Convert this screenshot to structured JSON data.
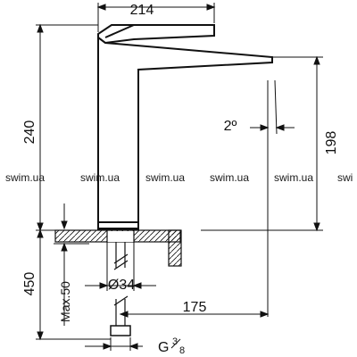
{
  "dimensions": {
    "overall_width": "214",
    "body_height": "240",
    "installation_depth": "450",
    "max_deck": "Max.50",
    "spout_height": "198",
    "hole_diameter": "Ø34",
    "tilt": "2º",
    "spout_reach": "175"
  },
  "thread": {
    "prefix": "G",
    "numerator": "3",
    "denominator": "8"
  },
  "watermark": [
    "swim.ua",
    "swim.ua",
    "swim.ua",
    "swim.ua",
    "swim.ua",
    "swi"
  ],
  "colors": {
    "line": "#111111",
    "background": "#ffffff"
  }
}
